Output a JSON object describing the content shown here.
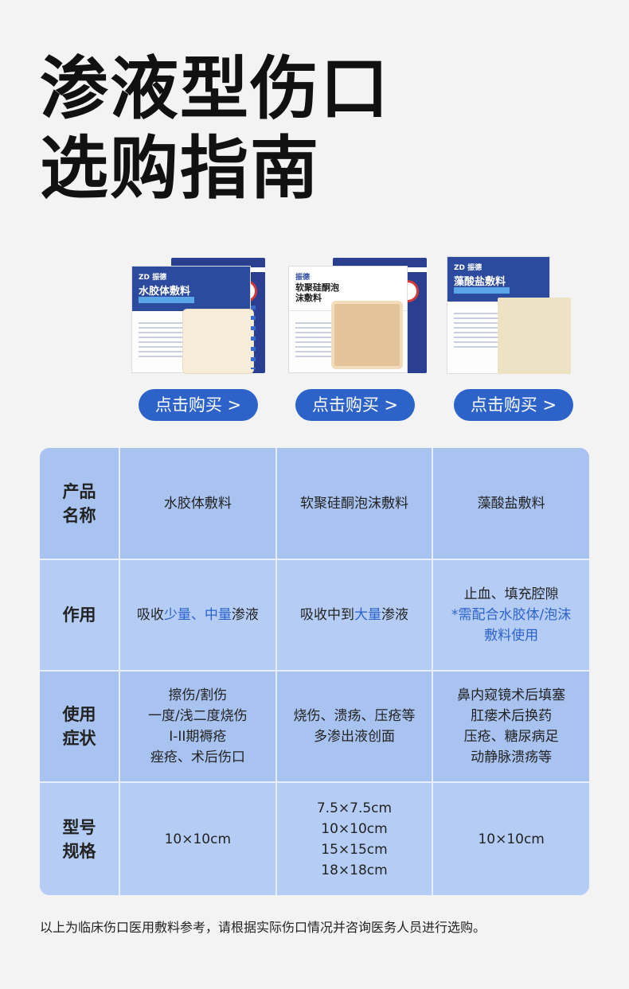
{
  "title": {
    "line1": "渗液型伤口",
    "line2": "选购指南"
  },
  "products": [
    {
      "brand": "ZD 振德",
      "name": "水胶体敷料",
      "button": "点击购买 >"
    },
    {
      "brand": "振德",
      "name": "软聚硅酮泡沫敷料",
      "button": "点击购买 >"
    },
    {
      "brand": "ZD 振德",
      "name": "藻酸盐敷料",
      "button": "点击购买 >"
    }
  ],
  "table": {
    "rows": [
      {
        "header": [
          "产品",
          "名称"
        ],
        "cells": [
          [
            {
              "t": "水胶体敷料"
            }
          ],
          [
            {
              "t": "软聚硅酮泡沫敷料"
            }
          ],
          [
            {
              "t": "藻酸盐敷料"
            }
          ]
        ]
      },
      {
        "header": [
          "作用"
        ],
        "cells": [
          [
            {
              "t": "吸收"
            },
            {
              "t": "少量、中量",
              "blue": true
            },
            {
              "t": "渗液"
            }
          ],
          [
            {
              "t": "吸收中到"
            },
            {
              "t": "大量",
              "blue": true
            },
            {
              "t": "渗液"
            }
          ],
          [
            {
              "t": "止血、填充腔隙"
            },
            {
              "br": true
            },
            {
              "t": "*需配合水胶体/泡沫",
              "blue": true
            },
            {
              "br": true
            },
            {
              "t": "敷料使用",
              "blue": true
            }
          ]
        ]
      },
      {
        "header": [
          "使用",
          "症状"
        ],
        "cells": [
          [
            {
              "t": "擦伤/割伤"
            },
            {
              "br": true
            },
            {
              "t": "一度/浅二度烧伤"
            },
            {
              "br": true
            },
            {
              "t": "I-II期褥疮"
            },
            {
              "br": true
            },
            {
              "t": "痤疮、术后伤口"
            }
          ],
          [
            {
              "t": "烧伤、溃疡、压疮等"
            },
            {
              "br": true
            },
            {
              "t": "多渗出液创面"
            }
          ],
          [
            {
              "t": "鼻内窥镜术后填塞"
            },
            {
              "br": true
            },
            {
              "t": "肛瘘术后换药"
            },
            {
              "br": true
            },
            {
              "t": "压疮、糖尿病足"
            },
            {
              "br": true
            },
            {
              "t": "动静脉溃疡等"
            }
          ]
        ]
      },
      {
        "header": [
          "型号",
          "规格"
        ],
        "cells": [
          [
            {
              "t": "10×10cm"
            }
          ],
          [
            {
              "t": "7.5×7.5cm"
            },
            {
              "br": true
            },
            {
              "t": "10×10cm"
            },
            {
              "br": true
            },
            {
              "t": "15×15cm"
            },
            {
              "br": true
            },
            {
              "t": "18×18cm"
            }
          ],
          [
            {
              "t": "10×10cm"
            }
          ]
        ]
      }
    ]
  },
  "footnote": "以上为临床伤口医用敷料参考，请根据实际伤口情况并咨询医务人员进行选购。",
  "colors": {
    "accent": "#2d63c9",
    "table_bg": "#b9cff3"
  }
}
